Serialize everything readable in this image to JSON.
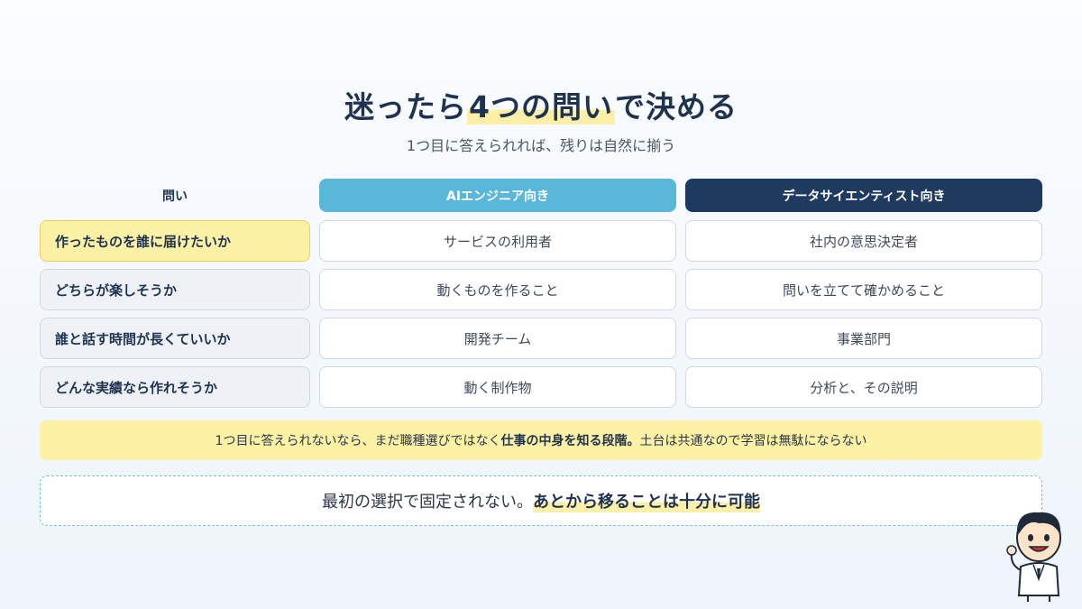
{
  "title": {
    "part1": "迷ったら",
    "highlight": "4つの問い",
    "part2": "で決める"
  },
  "subtitle": "1つ目に答えられれば、残りは自然に揃う",
  "columns": {
    "question": "問い",
    "ai": "AIエンジニア向き",
    "ds": "データサイエンティスト向き"
  },
  "rows": [
    {
      "question": "作ったものを誰に届けたいか",
      "ai": "サービスの利用者",
      "ds": "社内の意思決定者",
      "active": true
    },
    {
      "question": "どちらが楽しそうか",
      "ai": "動くものを作ること",
      "ds": "問いを立てて確かめること",
      "active": false
    },
    {
      "question": "誰と話す時間が長くていいか",
      "ai": "開発チーム",
      "ds": "事業部門",
      "active": false
    },
    {
      "question": "どんな実績なら作れそうか",
      "ai": "動く制作物",
      "ds": "分析と、その説明",
      "active": false
    }
  ],
  "note": {
    "pre": "1つ目に答えられないなら、まだ職種選びではなく",
    "bold": "仕事の中身を知る段階。",
    "post": "土台は共通なので学習は無駄にならない"
  },
  "callout": {
    "pre": "最初の選択で固定されない。",
    "strong": "あとから移ることは十分に可能"
  },
  "colors": {
    "navy": "#1e3a5f",
    "ai_blue": "#5bb7da",
    "highlight_yellow": "#fcf1a4",
    "dashed_border": "#6fc3d3"
  },
  "icons": {
    "mascot": "smiling-man-in-suit-illustration"
  }
}
